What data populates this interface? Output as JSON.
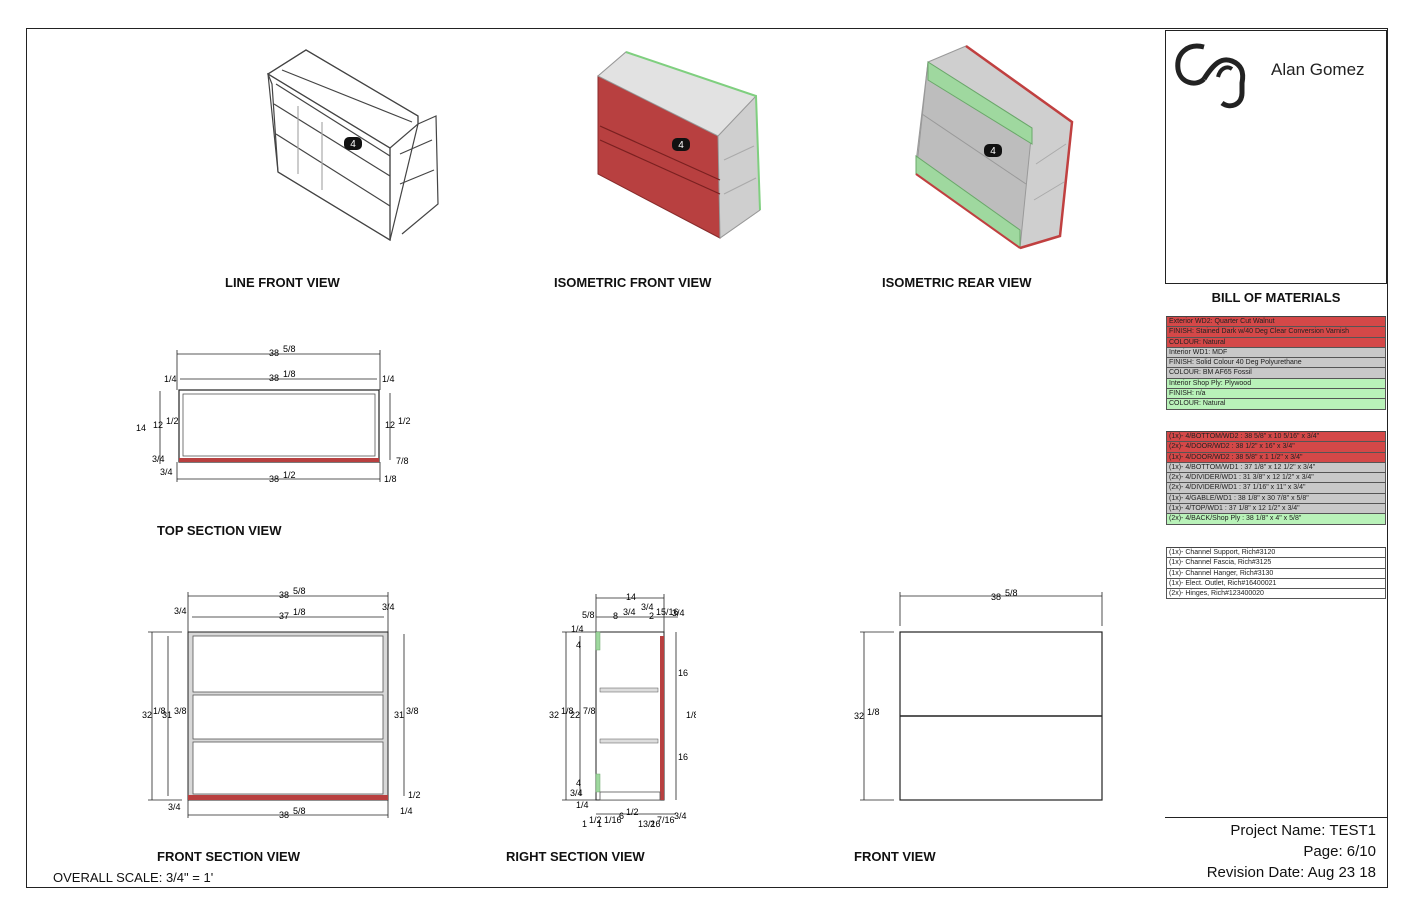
{
  "brand": {
    "name": "Alan Gomez"
  },
  "views": {
    "line_front": "LINE FRONT VIEW",
    "iso_front": "ISOMETRIC FRONT VIEW",
    "iso_rear": "ISOMETRIC REAR VIEW",
    "top_section": "TOP SECTION VIEW",
    "front_section": "FRONT SECTION VIEW",
    "right_section": "RIGHT SECTION VIEW",
    "front": "FRONT VIEW"
  },
  "marker": "4",
  "bom": {
    "title": "BILL OF MATERIALS",
    "materials": [
      {
        "text": "Exterior WD2: Quarter Cut Walnut",
        "color": "red"
      },
      {
        "text": "FINISH: Stained Dark w/40 Deg Clear Conversion Varnish",
        "color": "red"
      },
      {
        "text": "COLOUR: Natural",
        "color": "red"
      },
      {
        "text": "Interior WD1: MDF",
        "color": "grey"
      },
      {
        "text": "FINISH: Solid Colour 40 Deg Polyurethane",
        "color": "grey"
      },
      {
        "text": "COLOUR: BM AF65 Fossil",
        "color": "grey"
      },
      {
        "text": "Interior Shop Ply: Plywood",
        "color": "green"
      },
      {
        "text": "FINISH: n/a",
        "color": "green"
      },
      {
        "text": "COLOUR: Natural",
        "color": "green"
      }
    ],
    "parts": [
      {
        "text": "(1x)- 4/BOTTOM/WD2 : 38 5/8\" x 10 5/16\" x 3/4\"",
        "color": "red"
      },
      {
        "text": "(2x)- 4/DOOR/WD2 : 38 1/2\" x 16\" x 3/4\"",
        "color": "red"
      },
      {
        "text": "(1x)- 4/DOOR/WD2 : 38 5/8\" x 1 1/2\" x 3/4\"",
        "color": "red"
      },
      {
        "text": "(1x)- 4/BOTTOM/WD1 : 37 1/8\" x 12 1/2\" x 3/4\"",
        "color": "grey"
      },
      {
        "text": "(2x)- 4/DIVIDER/WD1 : 31 3/8\" x 12 1/2\" x 3/4\"",
        "color": "grey"
      },
      {
        "text": "(2x)- 4/DIVIDER/WD1 : 37 1/16\" x 11\" x 3/4\"",
        "color": "grey"
      },
      {
        "text": "(1x)- 4/GABLE/WD1 : 38 1/8\" x 30 7/8\" x 5/8\"",
        "color": "grey"
      },
      {
        "text": "(1x)- 4/TOP/WD1 : 37 1/8\" x 12 1/2\" x 3/4\"",
        "color": "grey"
      },
      {
        "text": "(2x)- 4/BACK/Shop Ply : 38 1/8\" x 4\" x 5/8\"",
        "color": "green"
      }
    ],
    "hardware": [
      {
        "text": "(1x)- Channel Support, Rich#3120",
        "color": "white"
      },
      {
        "text": "(1x)- Channel Fascia, Rich#3125",
        "color": "white"
      },
      {
        "text": "(1x)- Channel Hanger, Rich#3130",
        "color": "white"
      },
      {
        "text": "(1x)- Elect. Outlet, Rich#16400021",
        "color": "white"
      },
      {
        "text": "(2x)- Hinges, Rich#123400020",
        "color": "white"
      }
    ]
  },
  "project": {
    "name_label": "Project Name:",
    "name": "TEST1",
    "page_label": "Page:",
    "page": "6/10",
    "revision_label": "Revision Date:",
    "revision": "Aug 23 18"
  },
  "scale": "OVERALL SCALE: 3/4\" = 1'",
  "dims": {
    "top": {
      "overall": "38",
      "overall_frac": "5/8",
      "inner": "38",
      "inner_frac": "1/8",
      "bottom": "38",
      "bottom_frac": "1/2",
      "depth": "14",
      "inner_depth": "12",
      "inner_depth_frac": "1/2",
      "right_depth": "12",
      "right_depth_frac": "1/2",
      "left_edge": "1/4",
      "right_edge": "1/4",
      "bot_left": "3/4",
      "bot_right": "1/8",
      "bot_left2": "3/4",
      "right_bot": "7/8"
    },
    "front_section": {
      "overall": "38",
      "overall_frac": "5/8",
      "inner": "37",
      "inner_frac": "1/8",
      "bottom": "38",
      "bottom_frac": "5/8",
      "height": "32",
      "height_frac": "1/8",
      "inner_h": "31",
      "inner_h_frac": "3/8",
      "right_h": "31",
      "right_h_frac": "3/8",
      "l_edge": "3/4",
      "r_edge": "3/4",
      "bot_l": "3/4",
      "bot_r": "1/4",
      "bot_r2": "1/2"
    },
    "right_section": {
      "width": "14",
      "height": "32",
      "height_frac": "1/8",
      "inner": "22",
      "inner_frac": "7/8",
      "top_a": "5/8",
      "top_b": "8",
      "top_b_frac": "3/4",
      "top_c": "2",
      "top_c2": "15/16",
      "top_d": "3/4",
      "top_e": "3/4",
      "upper": "16",
      "mid": "1/8",
      "lower": "16",
      "left_top": "1/4",
      "left_top2": "4",
      "left_bot": "4",
      "left_bot2": "3/4",
      "left_bot3": "1/4",
      "b1": "1",
      "b1f": "1/2",
      "b2": "1",
      "b2f": "1/16",
      "b3": "6",
      "b3f": "1/2",
      "b4f": "13/16",
      "b5": "2",
      "b5f": "7/16",
      "b6": "3/4"
    },
    "front": {
      "width": "38",
      "width_frac": "5/8",
      "height": "32",
      "height_frac": "1/8"
    }
  }
}
